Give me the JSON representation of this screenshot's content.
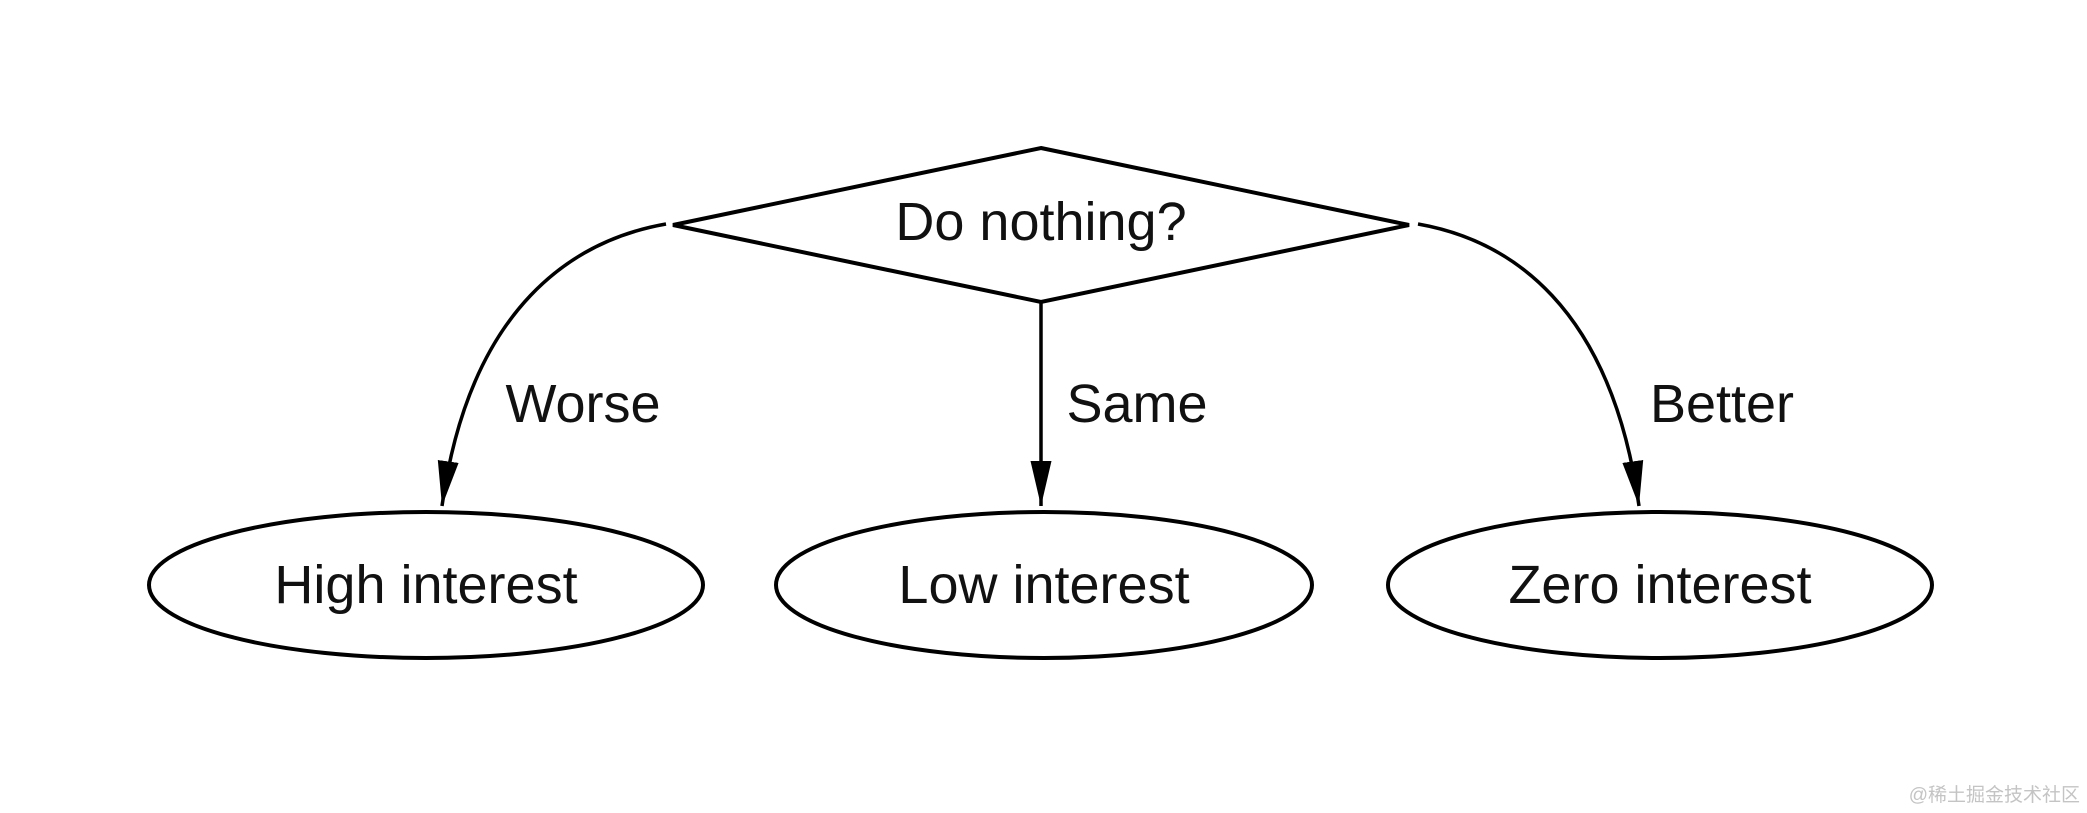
{
  "diagram": {
    "type": "flowchart",
    "background_color": "#ffffff",
    "line_color": "#000000",
    "text_color": "#111111",
    "decision": {
      "label": "Do nothing?",
      "shape": "diamond"
    },
    "branches": [
      {
        "label": "Worse",
        "from": "Do nothing?",
        "to": "High interest"
      },
      {
        "label": "Same",
        "from": "Do nothing?",
        "to": "Low interest"
      },
      {
        "label": "Better",
        "from": "Do nothing?",
        "to": "Zero interest"
      }
    ],
    "nodes": [
      {
        "label": "High interest",
        "shape": "ellipse"
      },
      {
        "label": "Low interest",
        "shape": "ellipse"
      },
      {
        "label": "Zero interest",
        "shape": "ellipse"
      }
    ]
  },
  "watermark": {
    "text": "@稀土掘金技术社区",
    "color": "#c4c4c4"
  }
}
